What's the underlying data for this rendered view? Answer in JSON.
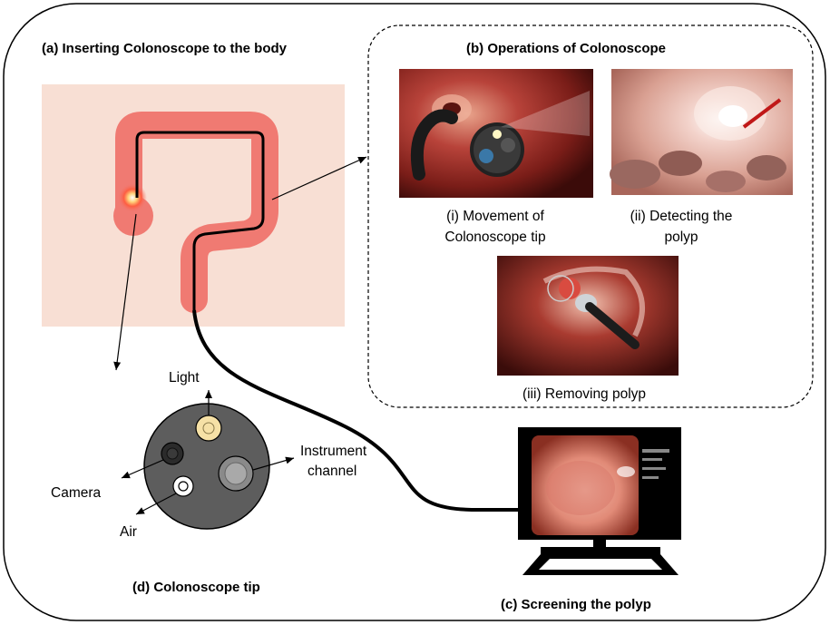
{
  "panels": {
    "a_title": "(a) Inserting Colonoscope to the body",
    "b_title": "(b) Operations of Colonoscope",
    "c_title": "(c) Screening the polyp",
    "d_title": "(d) Colonoscope tip"
  },
  "operations": {
    "i_line1": "(i) Movement of",
    "i_line2": "Colonoscope tip",
    "ii_line1": "(ii) Detecting the",
    "ii_line2": "polyp",
    "iii": "(iii) Removing polyp"
  },
  "tip_labels": {
    "light": "Light",
    "camera": "Camera",
    "air": "Air",
    "instrument_line1": "Instrument",
    "instrument_line2": "channel"
  },
  "colors": {
    "colon": "#f07a72",
    "skin": "#f8dfd4",
    "tip_body": "#5d5d5d",
    "light_lens": "#f6e1a6",
    "tissue": "#b8433a"
  }
}
